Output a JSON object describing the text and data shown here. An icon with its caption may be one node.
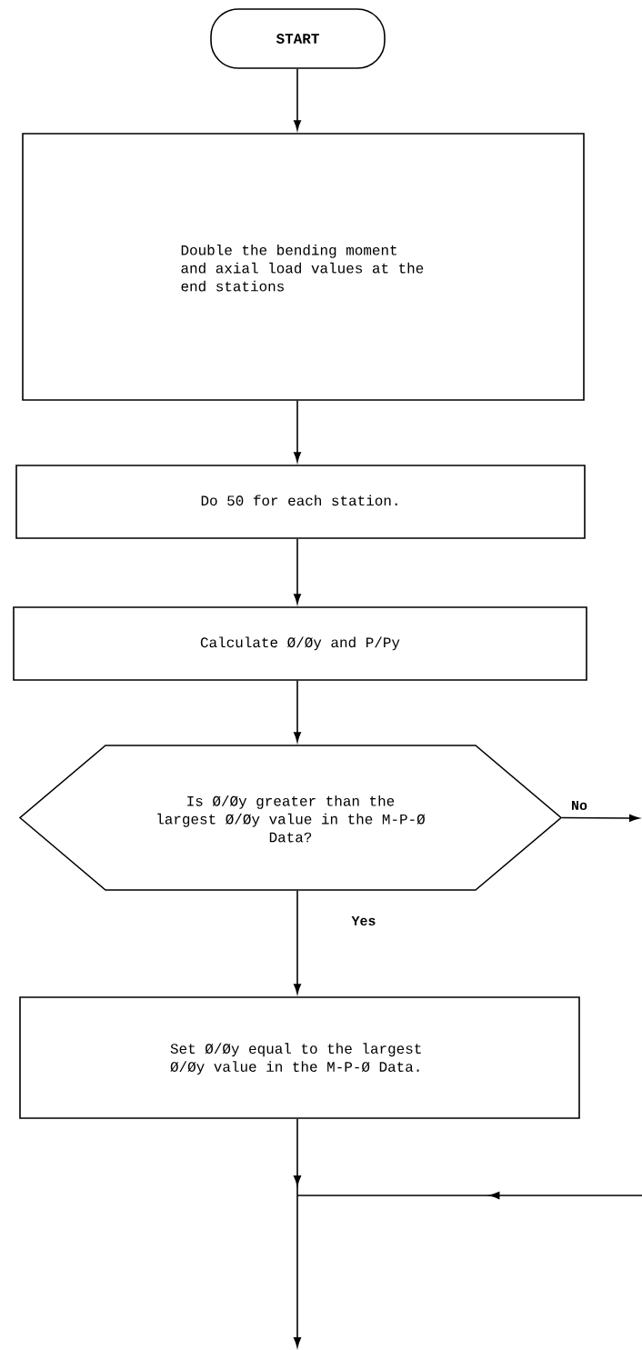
{
  "diagram": {
    "nodes": [
      {
        "text": [
          "START"
        ]
      },
      {
        "text": [
          "Double the bending moment and axial load values at the end stations"
        ]
      },
      {
        "text": [
          "Do 50 for each station."
        ]
      },
      {
        "text": [
          "Calculate Ø/Øy and P/Py"
        ]
      },
      {
        "text": [
          "Is Ø/Øy greater than the largest Ø/Øy value in the M-P-Ø Data?"
        ]
      },
      {
        "text": [
          "Set Ø/Øy equal to the largest Ø/Øy value in the M-P-Ø Data."
        ]
      }
    ],
    "edges": [
      {
        "from": 0,
        "to": 1,
        "arrow": "to"
      },
      {
        "from": 1,
        "to": 2,
        "arrow": "to"
      },
      {
        "from": 2,
        "to": 3,
        "arrow": "to"
      },
      {
        "from": 3,
        "to": 4,
        "arrow": "to"
      },
      {
        "from": 4,
        "to": 5,
        "arrow": "to",
        "label": "Yes"
      },
      {
        "from": 4,
        "to": null,
        "arrow": "to",
        "label": "No"
      },
      {
        "from": 5,
        "to": null,
        "arrow": "to"
      }
    ]
  }
}
